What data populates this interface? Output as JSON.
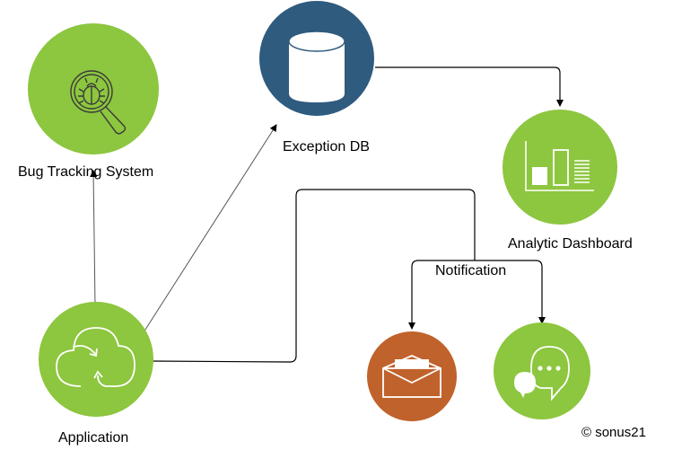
{
  "diagram": {
    "nodes": {
      "bug_tracking": {
        "label": "Bug Tracking System",
        "icon": "bug-magnifier-icon",
        "color": "#8dc63f"
      },
      "exception_db": {
        "label": "Exception DB",
        "icon": "database-cylinder-icon",
        "color": "#2f5b7f"
      },
      "analytic_dashboard": {
        "label": "Analytic Dashboard",
        "icon": "bar-chart-icon",
        "color": "#8dc63f"
      },
      "application": {
        "label": "Application",
        "icon": "cloud-sync-icon",
        "color": "#8dc63f"
      },
      "email": {
        "label": "",
        "icon": "envelope-icon",
        "color": "#c0622b"
      },
      "chat": {
        "label": "",
        "icon": "chat-bubbles-icon",
        "color": "#8dc63f"
      }
    },
    "edges": [
      {
        "from": "application",
        "to": "bug_tracking",
        "label": ""
      },
      {
        "from": "application",
        "to": "exception_db",
        "label": ""
      },
      {
        "from": "exception_db",
        "to": "analytic_dashboard",
        "label": ""
      },
      {
        "from": "application",
        "to": "email",
        "label": "Notification"
      },
      {
        "from": "application",
        "to": "chat",
        "label": "Notification"
      }
    ],
    "edge_label": "Notification",
    "copyright": "© sonus21"
  }
}
